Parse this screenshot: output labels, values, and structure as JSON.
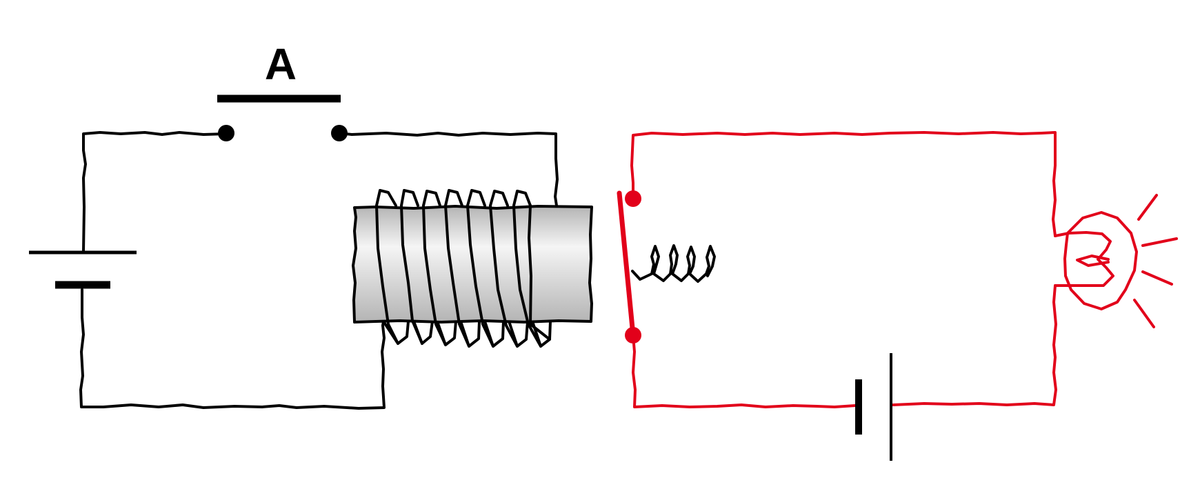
{
  "diagram": {
    "switch_label": "A"
  },
  "colors": {
    "primary_circuit": "#000000",
    "secondary_circuit": "#e2001a",
    "core_light": "#f5f5f5",
    "core_dark": "#b4b4b4",
    "background": "#ffffff"
  },
  "components": {
    "primary": [
      "battery",
      "push-switch",
      "electromagnet-coil",
      "iron-core"
    ],
    "secondary": [
      "relay-armature",
      "return-spring",
      "contact-points",
      "lamp",
      "battery"
    ]
  }
}
